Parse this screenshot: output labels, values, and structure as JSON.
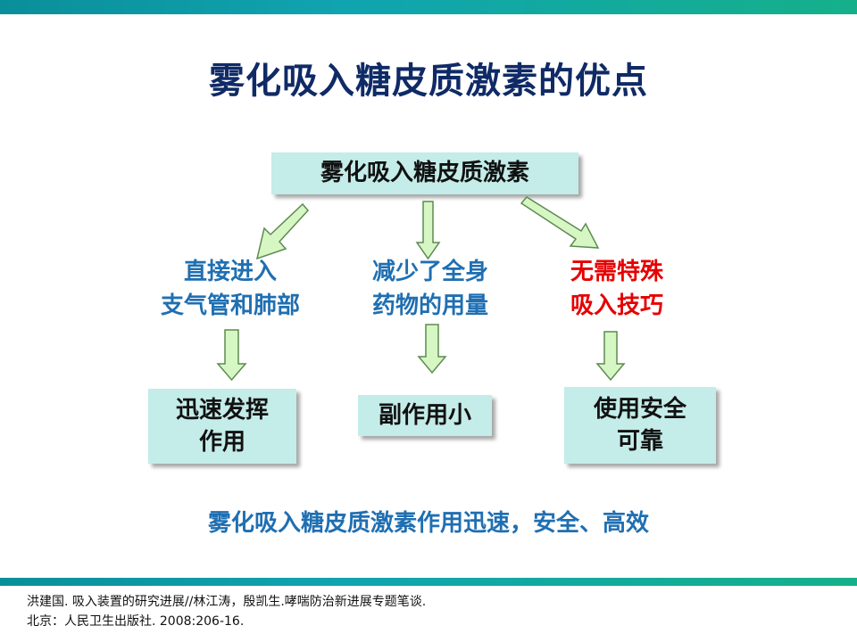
{
  "colors": {
    "band": "#10a4b0",
    "title": "#0f2a66",
    "box_fill": "#c4ece8",
    "blue_text": "#1f6fb2",
    "red_text": "#e60000",
    "arrow_fill": "#d6f7c4",
    "arrow_stroke": "#5e8a52"
  },
  "title": "雾化吸入糖皮质激素的优点",
  "top_box": "雾化吸入糖皮质激素",
  "middle": {
    "left": [
      "直接进入",
      "支气管和肺部"
    ],
    "center": [
      "减少了全身",
      "药物的用量"
    ],
    "right": [
      "无需特殊",
      "吸入技巧"
    ]
  },
  "bottom": {
    "left": [
      "迅速发挥",
      "作用"
    ],
    "center": "副作用小",
    "right": [
      "使用安全",
      "可靠"
    ]
  },
  "summary": "雾化吸入糖皮质激素作用迅速，安全、高效",
  "reference": {
    "line1": "洪建国. 吸入装置的研究进展//林江涛，殷凯生.哮喘防治新进展专题笔谈.",
    "line2": "北京：人民卫生出版社. 2008:206-16."
  }
}
